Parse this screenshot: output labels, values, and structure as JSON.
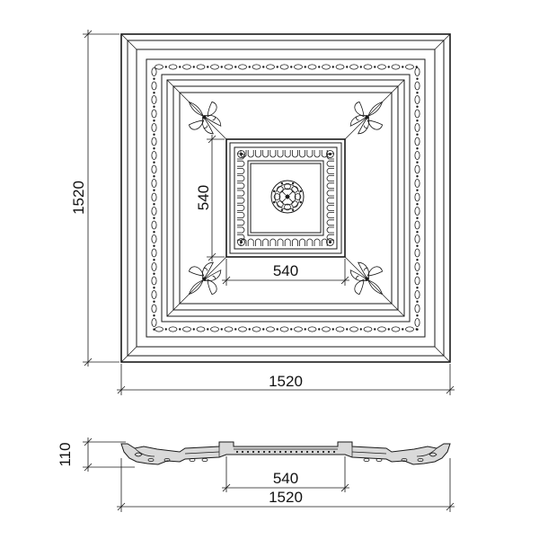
{
  "plan_view": {
    "overall_width_label": "1520",
    "overall_height_label": "1520",
    "center_width_label": "540",
    "center_height_label": "540"
  },
  "section_view": {
    "depth_label": "110",
    "center_width_label": "540",
    "overall_width_label": "1520"
  }
}
